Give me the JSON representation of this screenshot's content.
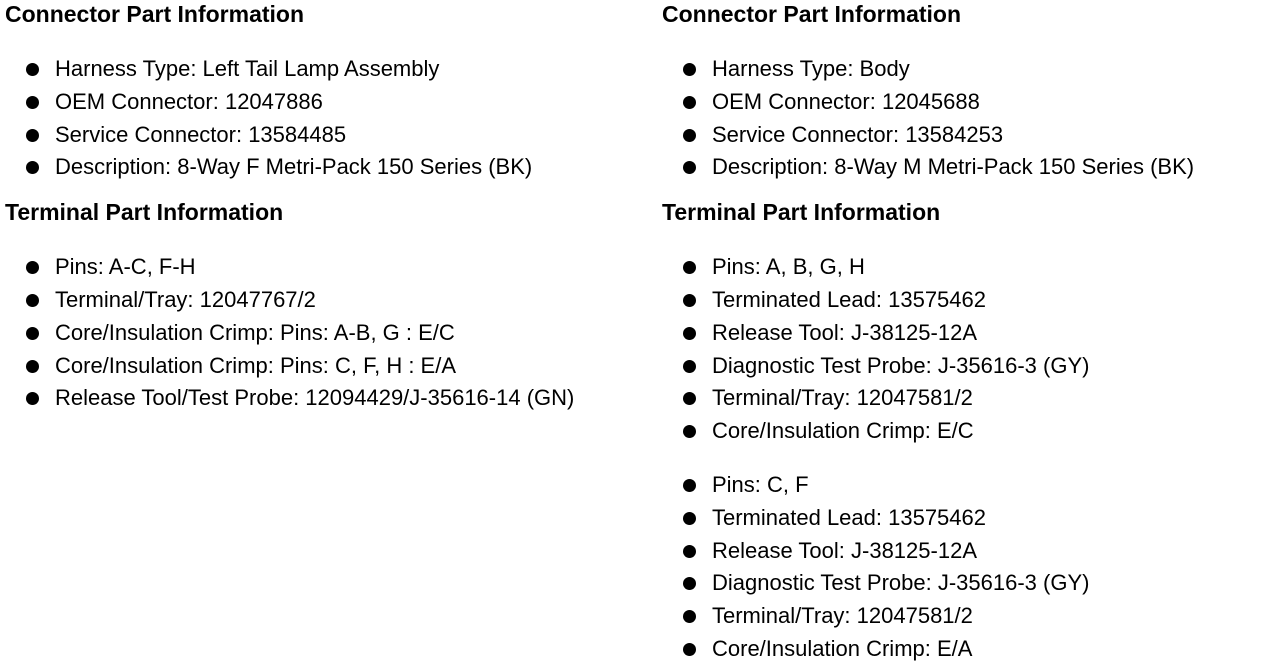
{
  "left": {
    "connector_heading": "Connector Part Information",
    "connector_items": [
      "Harness Type: Left Tail Lamp Assembly",
      "OEM Connector: 12047886",
      "Service Connector: 13584485",
      "Description: 8-Way F Metri-Pack 150 Series (BK)"
    ],
    "terminal_heading": "Terminal Part Information",
    "terminal_items": [
      "Pins: A-C, F-H",
      "Terminal/Tray: 12047767/2",
      "Core/Insulation Crimp: Pins: A-B, G : E/C",
      "Core/Insulation Crimp: Pins: C, F, H : E/A",
      "Release Tool/Test Probe: 12094429/J-35616-14 (GN)"
    ]
  },
  "right": {
    "connector_heading": "Connector Part Information",
    "connector_items": [
      "Harness Type: Body",
      "OEM Connector: 12045688",
      "Service Connector: 13584253",
      "Description: 8-Way M Metri-Pack 150 Series (BK)"
    ],
    "terminal_heading": "Terminal Part Information",
    "terminal_group_1": [
      "Pins: A, B, G, H",
      "Terminated Lead: 13575462",
      "Release Tool: J-38125-12A",
      "Diagnostic Test Probe: J-35616-3 (GY)",
      "Terminal/Tray: 12047581/2",
      "Core/Insulation Crimp: E/C"
    ],
    "terminal_group_2": [
      "Pins: C, F",
      "Terminated Lead: 13575462",
      "Release Tool: J-38125-12A",
      "Diagnostic Test Probe: J-35616-3 (GY)",
      "Terminal/Tray: 12047581/2",
      "Core/Insulation Crimp: E/A"
    ]
  }
}
